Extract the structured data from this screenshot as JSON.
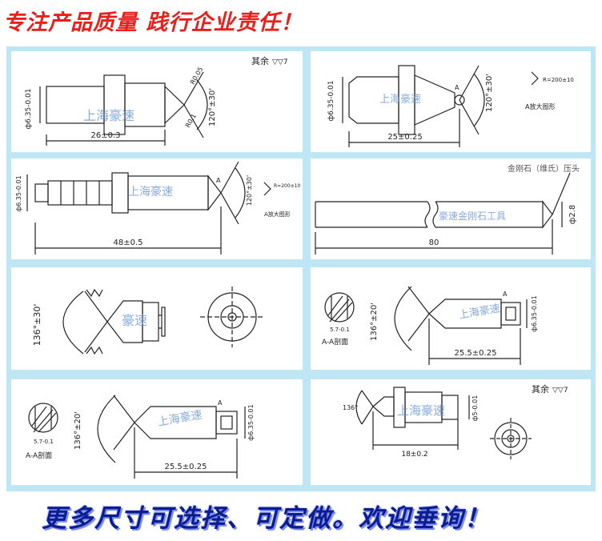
{
  "header": {
    "slogan": "专注产品质量 践行企业责任！"
  },
  "footer": {
    "slogan": "更多尺寸可选择、可定做。欢迎垂询！"
  },
  "panels": [
    {
      "id": "p1",
      "watermark": "上海豪速",
      "note": "其余",
      "roughness": "▽▽7",
      "diameter": "ф6.35-0.01",
      "length": "26±0.3",
      "angle": "120°±30'",
      "tip_label_a": "R0.05",
      "tip_label_b": "R0.1"
    },
    {
      "id": "p2",
      "watermark": "上海豪速",
      "diameter": "ф6.35-0.01",
      "length": "25±0.25",
      "angle": "120°±30'",
      "radius_note": "R=200±10",
      "detail_label": "A放大图形",
      "tip_label": "A"
    },
    {
      "id": "p3",
      "watermark": "上海豪速",
      "diameter": "ф6.35-0.01",
      "length": "48±0.5",
      "angle": "120°±30'",
      "radius_note": "R=200±10",
      "detail_label": "A放大图形",
      "tip_label": "A"
    },
    {
      "id": "p4",
      "callout": "金刚石（维氏）压头",
      "watermark": "豪速金刚石工具",
      "diameter": "ф2.8",
      "length": "80"
    },
    {
      "id": "p5",
      "watermark": "豪速",
      "angle": "136°±30'"
    },
    {
      "id": "p6",
      "watermark": "上海豪速",
      "angle": "136°±20'",
      "diameter": "ф6.35-0.01",
      "length": "25.5±0.25",
      "section_width": "5.7-0.1",
      "section_label": "A-A剖面",
      "tip_label": "A"
    },
    {
      "id": "p7",
      "watermark": "上海豪速",
      "angle": "136°±20'",
      "diameter": "ф6.35-0.01",
      "length": "25.5±0.25",
      "section_width": "5.7-0.1",
      "section_label": "A-A剖面",
      "tip_label": "A"
    },
    {
      "id": "p8",
      "watermark": "上海豪速",
      "note": "其余",
      "roughness": "▽▽7",
      "angle": "136°",
      "diameter": "ф5-0.01",
      "length": "18±0.2"
    }
  ],
  "colors": {
    "slogan_red": "#e8201c",
    "slogan_blue": "#0d1e8c",
    "frame_blue": "#bfe6f5",
    "watermark": "#5f8fcf"
  }
}
